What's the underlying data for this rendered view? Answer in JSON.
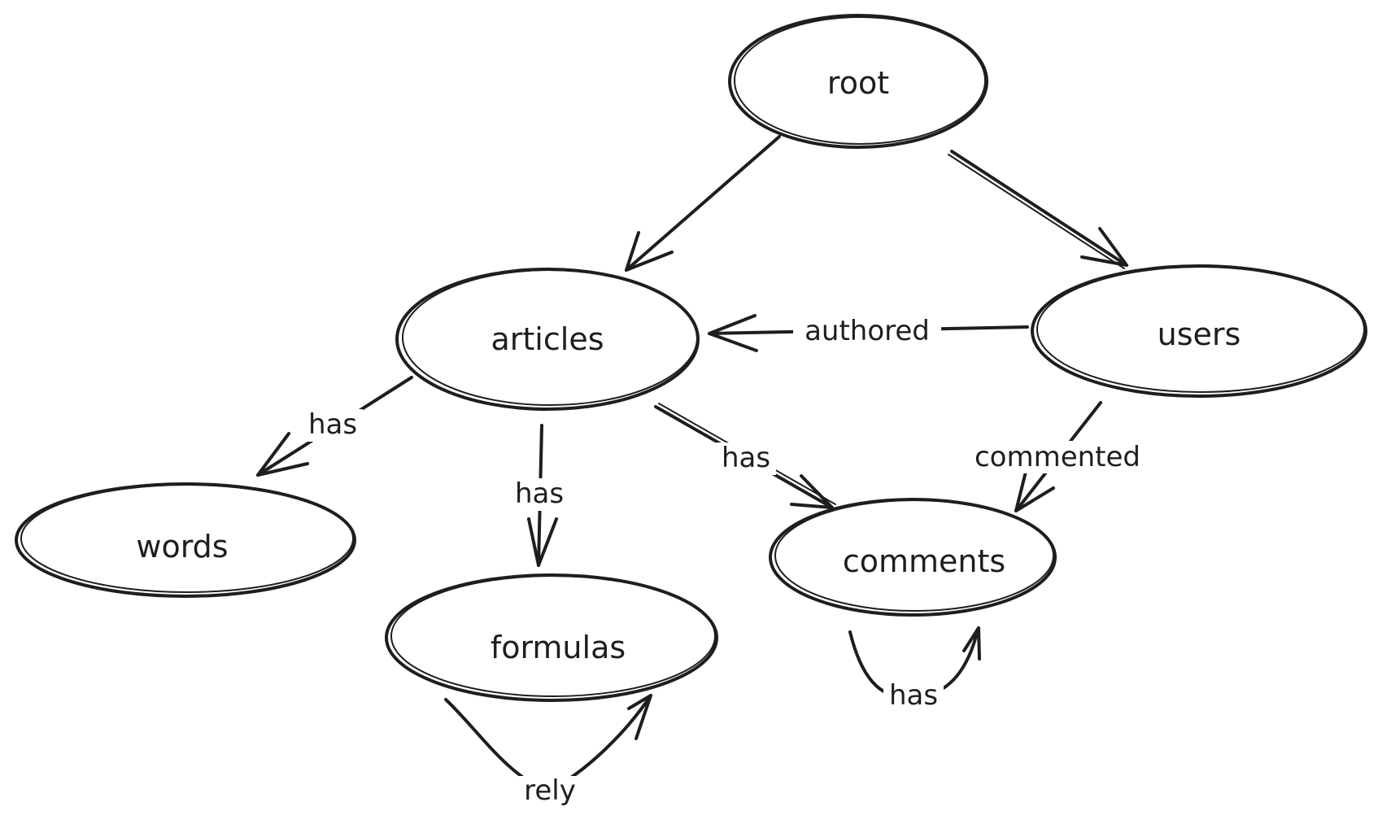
{
  "nodes": {
    "root": "root",
    "articles": "articles",
    "users": "users",
    "words": "words",
    "formulas": "formulas",
    "comments": "comments"
  },
  "edges": {
    "users_articles": "authored",
    "articles_words": "has",
    "articles_formulas": "has",
    "articles_comments": "has",
    "users_comments": "commented",
    "comments_comments": "has",
    "formulas_formulas": "rely"
  },
  "colors": {
    "stroke": "#1e1e1e",
    "background": "#ffffff"
  }
}
